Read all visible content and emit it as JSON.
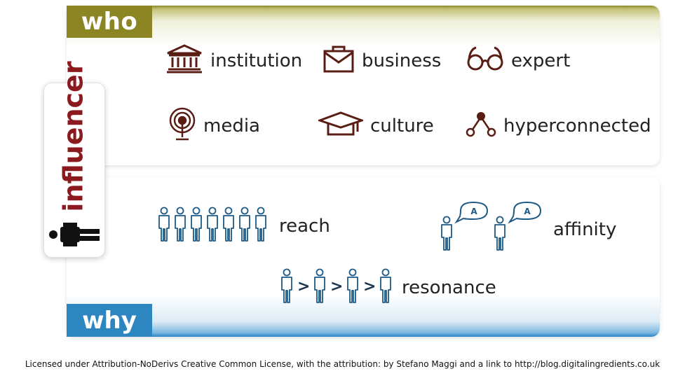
{
  "who": {
    "tag": "who",
    "items": [
      {
        "label": "institution",
        "icon": "institution-icon"
      },
      {
        "label": "business",
        "icon": "briefcase-icon"
      },
      {
        "label": "expert",
        "icon": "glasses-icon"
      },
      {
        "label": "media",
        "icon": "radio-tower-icon"
      },
      {
        "label": "culture",
        "icon": "graduation-cap-icon"
      },
      {
        "label": "hyperconnected",
        "icon": "network-icon"
      }
    ]
  },
  "influencer": {
    "label": "influencer",
    "icon": "person-icon"
  },
  "why": {
    "tag": "why",
    "items": [
      {
        "label": "reach",
        "icon": "people-row-icon"
      },
      {
        "label": "affinity",
        "icon": "speech-people-icon"
      },
      {
        "label": "resonance",
        "icon": "people-chain-icon"
      }
    ],
    "bubble_letter": "A",
    "chain_arrow": ">"
  },
  "license": "Licensed under Attribution-NoDerivs Creative Common License, with the attribution: by Stefano Maggi and a link to http://blog.digitalingredients.co.uk",
  "colors": {
    "who": "#8c8523",
    "why": "#2e86c1",
    "influencer": "#8b1a1e",
    "people": "#1d5a86"
  }
}
